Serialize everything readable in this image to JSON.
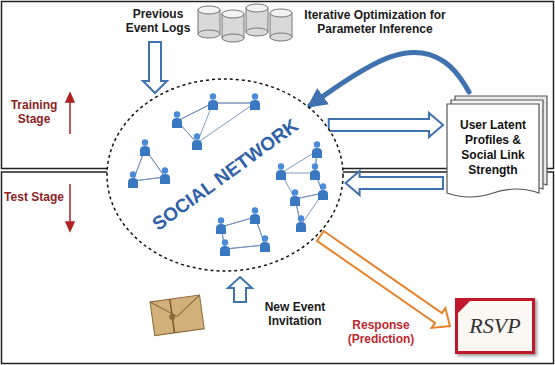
{
  "diagram": {
    "nodes": [
      {
        "text": [
          "SOCIAL NETWORK"
        ]
      },
      {
        "text": [
          "User Latent Profiles & Social Link Strength"
        ]
      },
      {
        "text": [
          "RSVP"
        ]
      }
    ],
    "edges": [
      {
        "from": 0,
        "to": 1,
        "arrow": "to"
      },
      {
        "from": 1,
        "to": 0,
        "arrow": "to"
      },
      {
        "from": 1,
        "to": 0,
        "arrow": "to"
      },
      {
        "from": 0,
        "to": 2,
        "arrow": "to"
      }
    ],
    "labels": [
      "Previous Event Logs",
      "Iterative Optimization for Parameter Inference",
      "Training Stage",
      "Test Stage",
      "New Event Invitation",
      "Response (Prediction)"
    ]
  }
}
